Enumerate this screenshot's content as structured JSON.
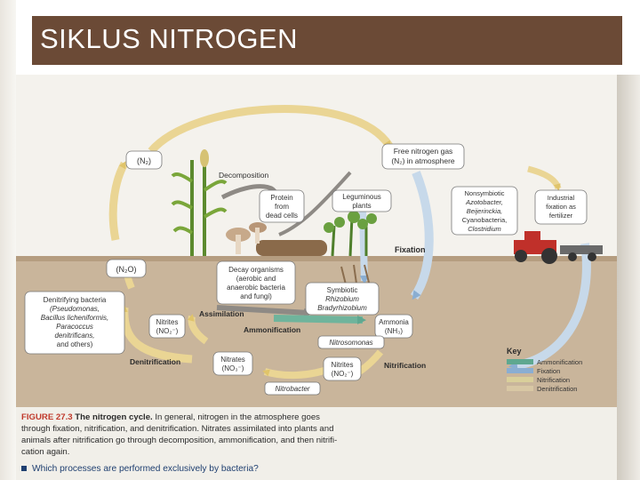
{
  "slide": {
    "title": "SIKLUS NITROGEN"
  },
  "diagram": {
    "atmosphere_n2": "(N₂)",
    "free_nitrogen": [
      "Free nitrogen gas",
      "(N₂) in atmosphere"
    ],
    "decomposition": "Decomposition",
    "protein": [
      "Protein",
      "from",
      "dead cells"
    ],
    "leguminous": [
      "Leguminous",
      "plants"
    ],
    "nonsymbiotic": [
      "Nonsymbiotic",
      "Azotobacter,",
      "Beijerinckia,",
      "Cyanobacteria,",
      "Clostridium"
    ],
    "industrial": [
      "Industrial",
      "fixation as",
      "fertilizer"
    ],
    "fixation": "Fixation",
    "n2o": "(N₂O)",
    "decay": [
      "Decay organisms",
      "(aerobic and",
      "anaerobic bacteria",
      "and fungi)"
    ],
    "symbiotic": [
      "Symbiotic",
      "Rhizobium",
      "Bradyrhizobium"
    ],
    "denitrifying": [
      "Denitrifying bacteria",
      "(Pseudomonas,",
      "Bacillus licheniformis,",
      "Paracoccus",
      "denitrificans,",
      "and others)"
    ],
    "nitrites_left": [
      "Nitrites",
      "(NO₂⁻)"
    ],
    "assimilation": "Assimilation",
    "ammonification": "Ammonification",
    "ammonia": [
      "Ammonia",
      "(NH₃)"
    ],
    "nitrosomonas": "Nitrosomonas",
    "denitrification": "Denitrification",
    "nitrates": [
      "Nitrates",
      "(NO₃⁻)"
    ],
    "nitrites_right": [
      "Nitrites",
      "(NO₂⁻)"
    ],
    "nitrification": "Nitrification",
    "nitrobacter": "Nitrobacter",
    "key": {
      "title": "Key",
      "items": [
        {
          "label": "Ammonification",
          "color": "#5fa890"
        },
        {
          "label": "Fixation",
          "color": "#8aaed2"
        },
        {
          "label": "Nitrification",
          "color": "#d9cf9a"
        },
        {
          "label": "Denitrification",
          "color": "#d8c7a4"
        }
      ]
    }
  },
  "caption": {
    "figure_label": "FIGURE 27.3",
    "figure_title": "The nitrogen cycle.",
    "line1_rest": "In general, nitrogen in the atmosphere goes",
    "line2": "through fixation, nitrification, and denitrification. Nitrates assimilated into plants and",
    "line3": "animals after nitrification go through decomposition, ammonification, and then nitrifi-",
    "line4": "cation again.",
    "question": "Which processes are performed exclusively by bacteria?"
  },
  "colors": {
    "title_bar": "#6b4a36",
    "sky": "#f3f1ec",
    "soil": "#c8b49a",
    "arrow_tan": "#e8d28a",
    "arrow_green": "#6fb49c",
    "arrow_blue": "#9cbddb",
    "figure_label": "#c0392b",
    "question": "#1f3f70"
  }
}
